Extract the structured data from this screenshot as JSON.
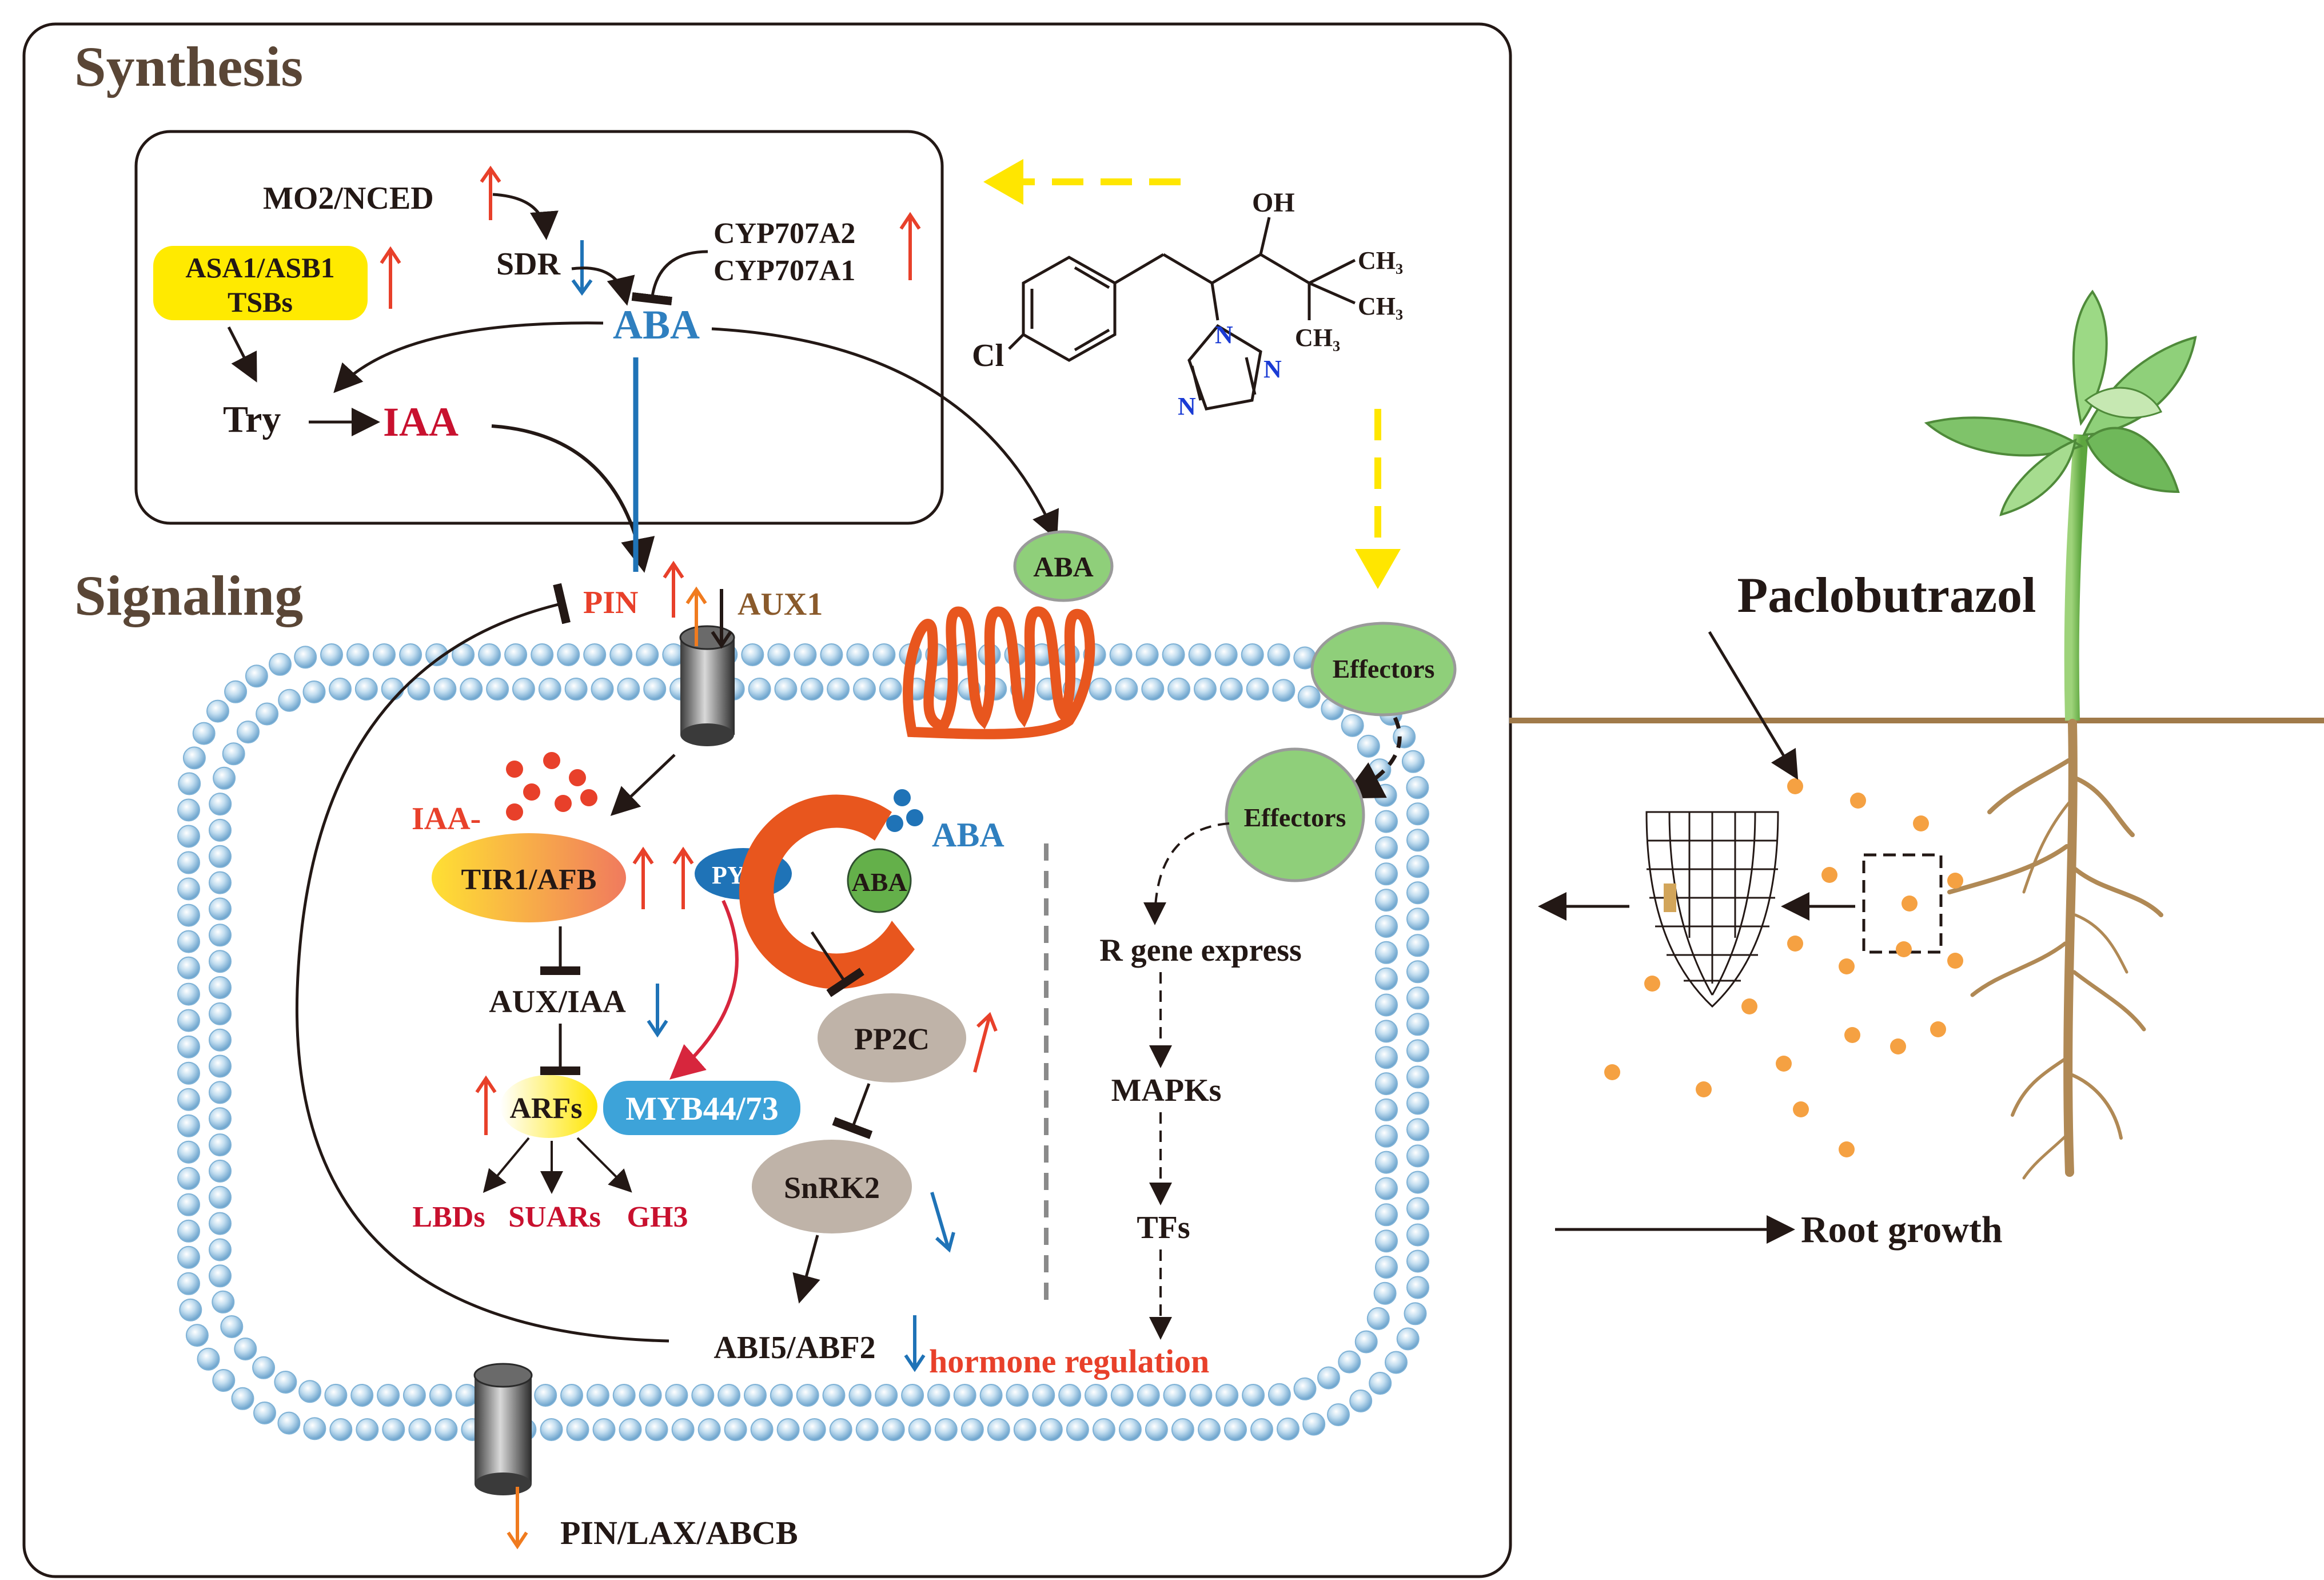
{
  "sections": {
    "synthesis": "Synthesis",
    "signaling": "Signaling"
  },
  "synthesis": {
    "mo2_nced": "MO2/NCED",
    "sdr": "SDR",
    "cyp707a2": "CYP707A2",
    "cyp707a1": "CYP707A1",
    "asa_line1": "ASA1/ASB1",
    "asa_line2": "TSBs",
    "aba": "ABA",
    "try": "Try",
    "iaa": "IAA"
  },
  "molecule": {
    "oh": "OH",
    "ch3_a": "CH₃",
    "ch3_b": "CH₃",
    "ch3_c": "CH₃",
    "cl": "Cl",
    "n1": "N",
    "n2": "N",
    "n3": "N"
  },
  "membrane": {
    "pin": "PIN",
    "aux1": "AUX1",
    "aba_receptor": "ABA",
    "effectors_outer": "Effectors",
    "pin_lax_abcb": "PIN/LAX/ABCB"
  },
  "auxin_pathway": {
    "iaa_label": "IAA-",
    "tir1_afb": "TIR1/AFB",
    "aux_iaa": "AUX/IAA",
    "arfs": "ARFs",
    "myb": "MYB44/73",
    "lbds": "LBDs",
    "suars": "SUARs",
    "gh3": "GH3"
  },
  "aba_pathway": {
    "pyl9": "PYL9",
    "aba_bound": "ABA",
    "aba_label": "ABA",
    "pp2c": "PP2C",
    "snrk2": "SnRK2",
    "abi5": "ABI5/ABF2",
    "hormone_regulation": "hormone regulation"
  },
  "immune_pathway": {
    "effectors_inner": "Effectors",
    "r_gene": "R gene express",
    "mapks": "MAPKs",
    "tfs": "TFs"
  },
  "plant_panel": {
    "paclobutrazol": "Paclobutrazol",
    "root_growth": "Root growth"
  },
  "colors": {
    "up_arrow": "#e8402a",
    "down_arrow": "#1f73b7",
    "aba_blue": "#2f7fbf",
    "iaa_red": "#c8102e",
    "highlight_yellow": "#ffea00",
    "dashed_yellow": "#ffe600",
    "membrane_bead": "#a9cde6",
    "receptor_orange": "#e8561e",
    "effector_green": "#8fcf7a",
    "section_brown": "#5a4636",
    "dot_orange": "#f5a142"
  }
}
